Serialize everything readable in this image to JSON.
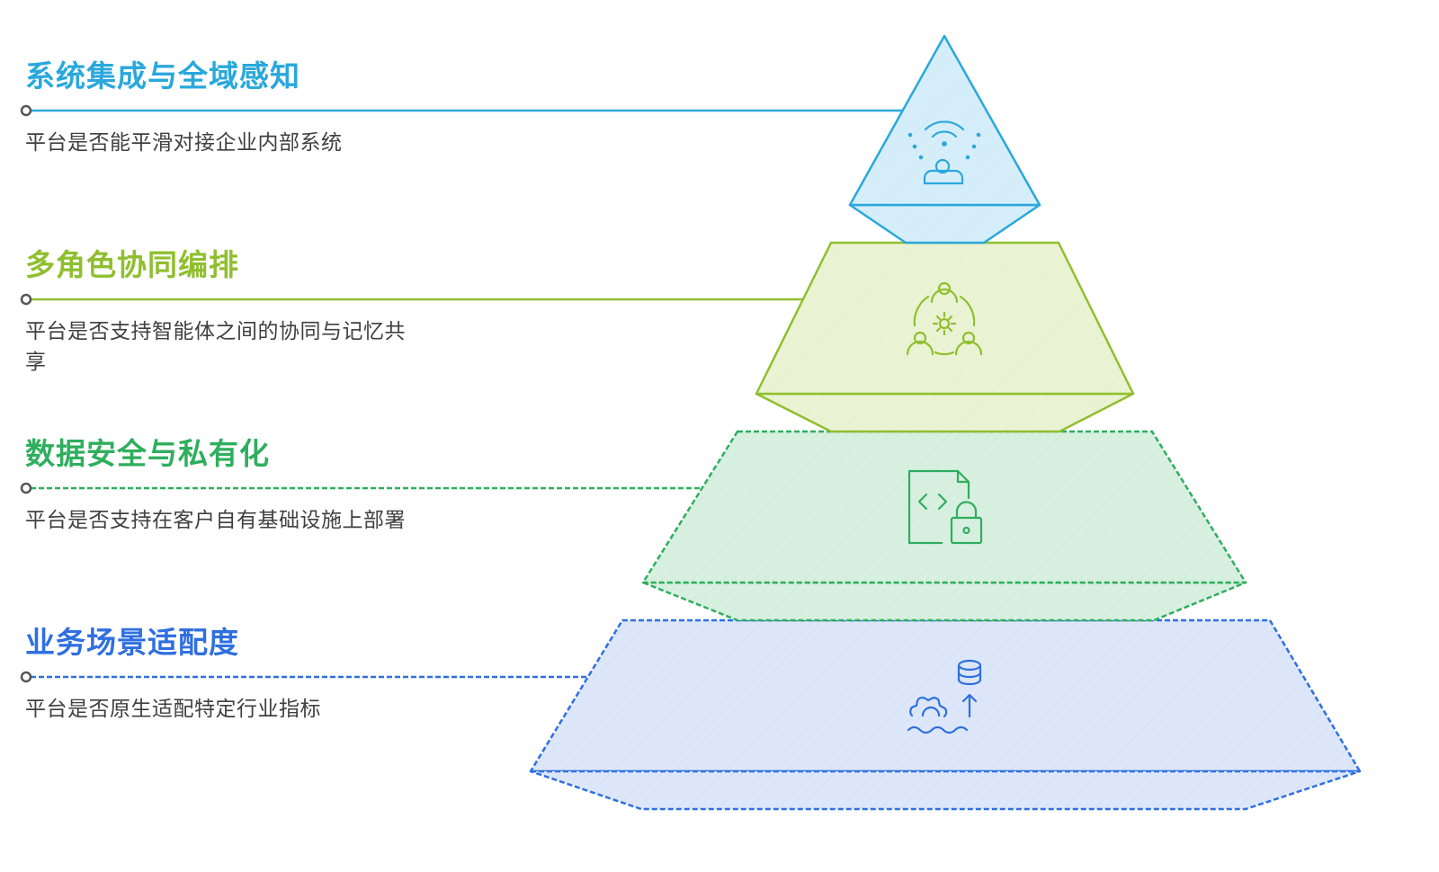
{
  "levels": [
    {
      "title": "系统集成与全域感知",
      "description": "平台是否能平滑对接企业内部系统",
      "color": "#2aa8dc",
      "fill": "#d6eef9",
      "icon": "wifi-person-icon"
    },
    {
      "title": "多角色协同编排",
      "description": "平台是否支持智能体之间的协同与记忆共享",
      "color": "#8fbf2f",
      "fill": "#eaf3d3",
      "icon": "team-gear-icon"
    },
    {
      "title": "数据安全与私有化",
      "description": "平台是否支持在客户自有基础设施上部署",
      "color": "#2fae5e",
      "fill": "#d8f0e0",
      "icon": "code-file-lock-icon"
    },
    {
      "title": "业务场景适配度",
      "description": "平台是否原生适配特定行业指标",
      "color": "#2f6fe0",
      "fill": "#dde7f9",
      "icon": "gear-database-arrow-icon"
    }
  ]
}
